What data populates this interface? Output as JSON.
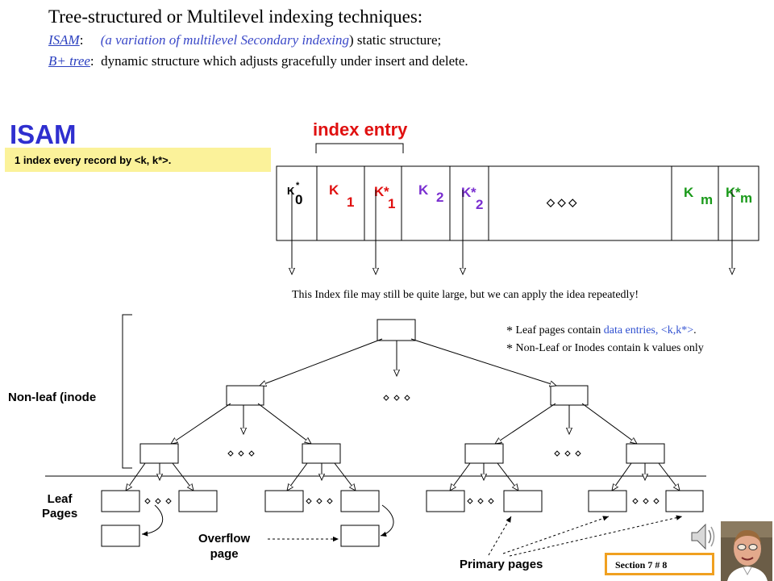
{
  "title": "Tree-structured or Multilevel indexing techniques:",
  "isam_def": {
    "term": "ISAM",
    "colon": ":",
    "paren_open": "(a ",
    "description_italic": "variation of multilevel Secondary indexing",
    "paren_close": ") static structure;"
  },
  "bplus_def": {
    "term": "B+ tree",
    "colon": ":",
    "description": "dynamic structure which adjusts gracefully  under insert and delete."
  },
  "isam_heading": "ISAM",
  "isam_note": "1 index every record by <k, k*>.",
  "index_entry_label": "index entry",
  "index_page": {
    "cells": [
      {
        "main": "K",
        "star": "*",
        "sub": "0",
        "main_color": "#000000",
        "sub_color": "#000000"
      },
      {
        "main": "K",
        "star": "",
        "sub": "1",
        "main_color": "#e01010",
        "sub_color": "#e01010"
      },
      {
        "main": "K",
        "star": "*",
        "sub": "1",
        "main_color": "#e01010",
        "sub_color": "#e01010"
      },
      {
        "main": "K",
        "star": "",
        "sub": "2",
        "main_color": "#7a2fd0",
        "sub_color": "#7a2fd0"
      },
      {
        "main": "K",
        "star": "*",
        "sub": "2",
        "main_color": "#7a2fd0",
        "sub_color": "#7a2fd0"
      },
      {
        "main": "K",
        "star": "",
        "sub": "m",
        "main_color": "#1a9a1a",
        "sub_color": "#1a9a1a"
      },
      {
        "main": "K",
        "star": "*",
        "sub": "m",
        "main_color": "#1a9a1a",
        "sub_color": "#1a9a1a"
      }
    ],
    "ellipsis": "◇  ◇  ◇"
  },
  "repeat_note": "This Index file may still be quite large, but we can apply the idea repeatedly!",
  "notes": [
    {
      "star": "*",
      "prefix": " Leaf pages contain ",
      "highlight": "data entries, <k,k*>",
      "suffix": "."
    },
    {
      "star": "*",
      "prefix": " Non-Leaf or Inodes contain k values only",
      "highlight": "",
      "suffix": ""
    }
  ],
  "labels": {
    "non_leaf": "Non-leaf (inode",
    "leaf_line1": "Leaf",
    "leaf_line2": "Pages",
    "overflow_line1": "Overflow",
    "overflow_line2": "page",
    "primary": "Primary pages"
  },
  "section": "Section 7    # 8",
  "colors": {
    "title_blue": "#2f2fcf",
    "term_blue": "#2a3fbf",
    "note_yellow": "#fbf29a",
    "index_red": "#e01010",
    "section_border": "#f0a020"
  },
  "icons": [
    "speaker-icon",
    "portrait-photo"
  ]
}
